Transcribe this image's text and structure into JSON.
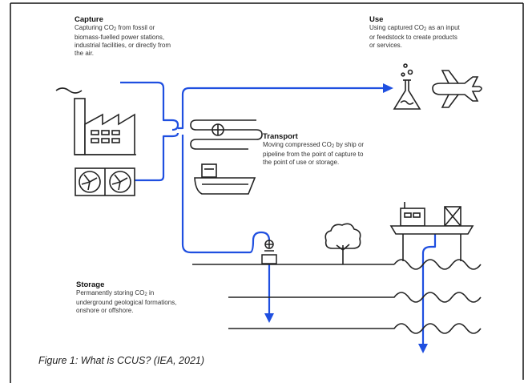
{
  "capture": {
    "title": "Capture",
    "line1_pre": "Capturing CO",
    "sub": "2",
    "line1_post": " from fossil or",
    "line2": "biomass-fuelled power stations,",
    "line3": "industrial facilities, or directly from",
    "line4": "the air."
  },
  "use": {
    "title": "Use",
    "line1_pre": "Using captured CO",
    "sub": "2",
    "line1_post": " as an input",
    "line2": "or feedstock to create products",
    "line3": "or services."
  },
  "transport": {
    "title": "Transport",
    "line1_pre": "Moving compressed CO",
    "sub": "2",
    "line1_post": " by ship or",
    "line2": "pipeline from the point of capture to",
    "line3": "the point of use or storage."
  },
  "storage": {
    "title": "Storage",
    "line1_pre": "Permanently storing CO",
    "sub": "2",
    "line1_post": " in",
    "line2": "underground geological formations,",
    "line3": "onshore or offshore."
  },
  "caption": "Figure 1: What is CCUS? (IEA, 2021)",
  "colors": {
    "flow": "#1f4fe0",
    "line": "#222222",
    "frame": "#111111"
  },
  "icons": [
    "factory-icon",
    "direct-air-capture-fans-icon",
    "pipeline-icon",
    "ship-icon",
    "flask-icon",
    "airplane-icon",
    "wellhead-icon",
    "tree-icon",
    "offshore-platform-icon"
  ]
}
